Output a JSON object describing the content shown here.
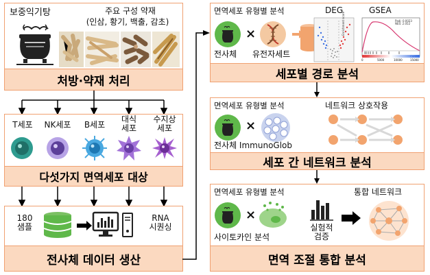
{
  "left": {
    "panel1": {
      "prescription_name": "보중익기탕",
      "herbs_title": "주요 구성 약재",
      "herbs_list": "(인삼, 황기, 백출, 감초)",
      "banner": "처방·약재 처리"
    },
    "panel2": {
      "cells": [
        {
          "label": "T세포",
          "color": "#2e9b8f",
          "inner": "#1f6f67"
        },
        {
          "label": "NK세포",
          "color": "#8b6fc9",
          "inner": "#5c3f9a"
        },
        {
          "label": "B세포",
          "color": "#49a8e0",
          "inner": "#1e78b3"
        },
        {
          "label": "대식\n세포",
          "color": "#a272d8",
          "inner": "#6a3ea6"
        },
        {
          "label": "수지상\n세포",
          "color": "#a55fcf",
          "inner": "#6b2e97"
        }
      ],
      "banner": "다섯가지 면역세포 대상"
    },
    "panel3": {
      "samples_label": "180\n샘플",
      "rnaseq_label": "RNA\n시퀀싱",
      "banner": "전사체 데이터 생산"
    }
  },
  "right": {
    "panel1": {
      "subtitle": "면역세포 유형별 분석",
      "transcriptome_label": "전사체",
      "geneset_label": "유전자세트",
      "deg_label": "DEG",
      "gsea_label": "GSEA",
      "gsea_stats": "Padj: 0.0023\nNES: 2.052",
      "gsea_ylabel": "Enrichment score",
      "gsea_x_ticks": [
        "0",
        "5000",
        "10000",
        "15000"
      ],
      "gsea_left_tag": "HMT",
      "gsea_right_tag": "Control",
      "banner": "세포별 경로 분석"
    },
    "panel2": {
      "subtitle": "면역세포 유형별 분석",
      "network_title": "네트워크 상호작용",
      "label": "전사체 ImmunoGlob",
      "banner": "세포 간 네트워크 분석"
    },
    "panel3": {
      "subtitle": "면역세포 유형별 분석",
      "cytokine_label": "사이토카인 분석",
      "experimental_label": "실험적\n검증",
      "integrated_label": "통합 네트워크",
      "banner": "면역 조절 통합 분석"
    }
  },
  "colors": {
    "panel_border": "#f0a070",
    "banner_fill": "#fbd9c0",
    "icon_dark": "#222222",
    "green": "#5fb84a",
    "network_node": "#f2a46e"
  }
}
